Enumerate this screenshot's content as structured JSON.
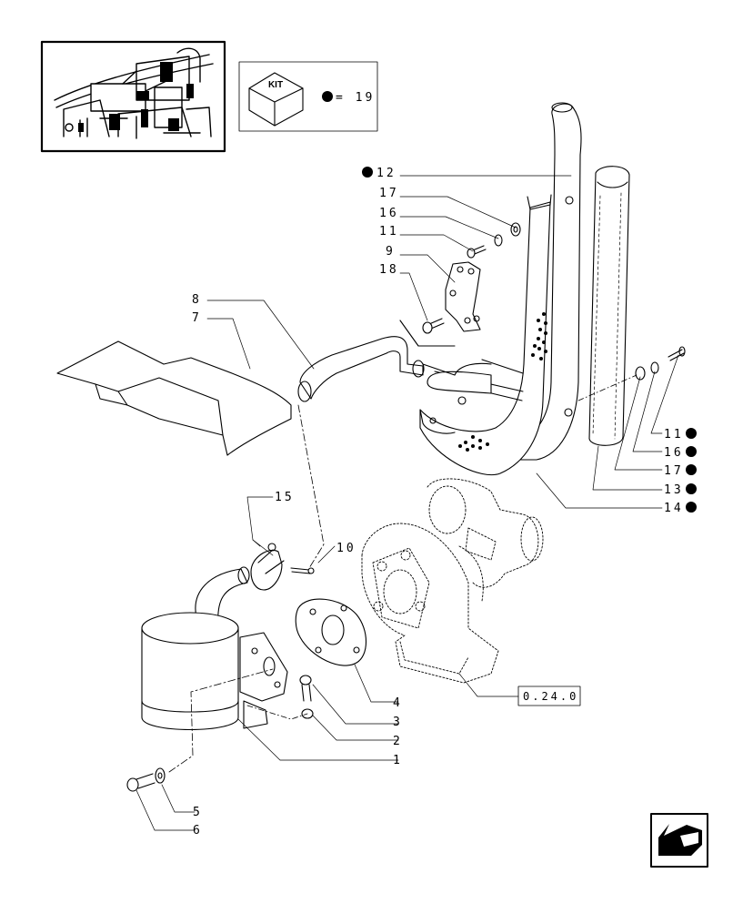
{
  "kit_legend": {
    "kit_label": "KIT",
    "equals_text": "= 19",
    "marker_color": "#000000"
  },
  "reference_box": {
    "label": "0.24.0"
  },
  "callouts": {
    "c12": "12",
    "c17": "17",
    "c16": "16",
    "c11": "11",
    "c9": "9",
    "c18": "18",
    "c8": "8",
    "c7": "7",
    "c15": "15",
    "c10": "10",
    "c4": "4",
    "c3": "3",
    "c2": "2",
    "c1": "1",
    "c5": "5",
    "c6": "6",
    "r11": "11",
    "r16": "16",
    "r17": "17",
    "r13": "13",
    "r14": "14"
  },
  "kit_marked_parts": [
    "12",
    "11",
    "16",
    "17",
    "13",
    "14"
  ],
  "icons": {
    "thumbnail": "engine-thumbnail-image",
    "kit": "kit-box-icon",
    "nav": "previous-page-arrow-icon"
  }
}
